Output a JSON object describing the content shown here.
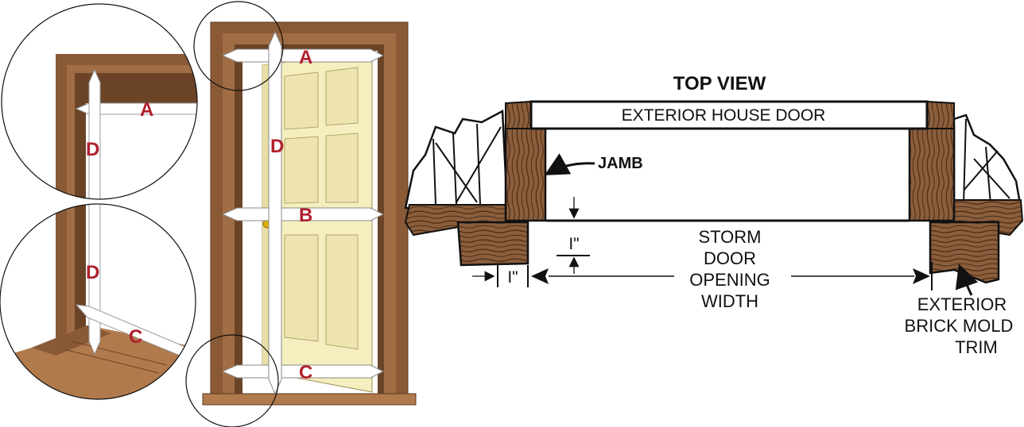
{
  "labels": {
    "a": "A",
    "b": "B",
    "c": "C",
    "d": "D"
  },
  "top_view": {
    "title": "TOP VIEW",
    "door": "EXTERIOR HOUSE DOOR",
    "jamb": "JAMB",
    "inch_mark": "I\"",
    "opening_line1": "STORM",
    "opening_line2": "DOOR",
    "opening_line3": "OPENING",
    "opening_line4": "WIDTH",
    "trim_line1": "EXTERIOR",
    "trim_line2": "BRICK MOLD",
    "trim_line3": "TRIM"
  },
  "colors": {
    "frame": "#8a5a36",
    "frame_dark": "#5a3820",
    "door": "#f5efc0",
    "door_panel": "#e8dfa6",
    "wood": "#8b5e3c",
    "label_red": "#b0202e"
  }
}
